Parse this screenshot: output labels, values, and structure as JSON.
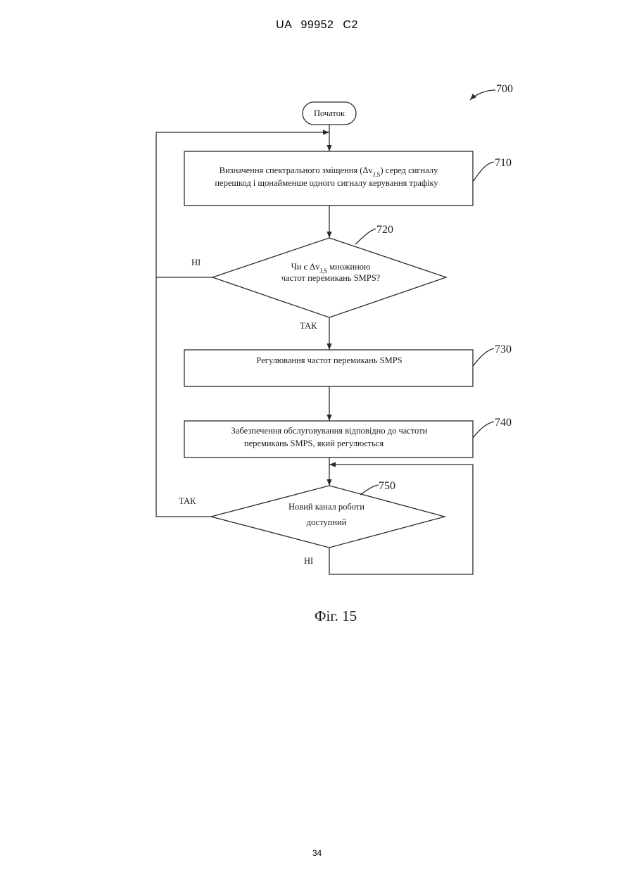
{
  "header": {
    "text": "UA 99952 C2"
  },
  "page_number": "34",
  "diagram": {
    "figure_ref": "700",
    "caption": "Фіг. 15",
    "nodes": {
      "start": {
        "label": "Початок"
      },
      "step_710": {
        "ref": "710",
        "line1_a": "Визначення спектрального зміщення (Δv",
        "line1_sub": "J,S",
        "line1_b": ") серед сигналу",
        "line2": "перешкод і щонайменше одного сигналу керування трафіку"
      },
      "decision_720": {
        "ref": "720",
        "line1_a": "Чи є Δv",
        "line1_sub": "J,S",
        "line1_b": " множиною",
        "line2": "частот перемикань SMPS?"
      },
      "step_730": {
        "ref": "730",
        "label": "Регулювання частот перемикань SMPS"
      },
      "step_740": {
        "ref": "740",
        "line1": "Забезпечення обслуговування відповідно до частоти",
        "line2": "перемикань SMPS, який регулюється"
      },
      "decision_750": {
        "ref": "750",
        "line1": "Новий канал роботи",
        "line2": "доступний"
      }
    },
    "edges": {
      "d720_no": "НІ",
      "d720_yes": "ТАК",
      "d750_yes": "ТАК",
      "d750_no": "НІ"
    }
  }
}
